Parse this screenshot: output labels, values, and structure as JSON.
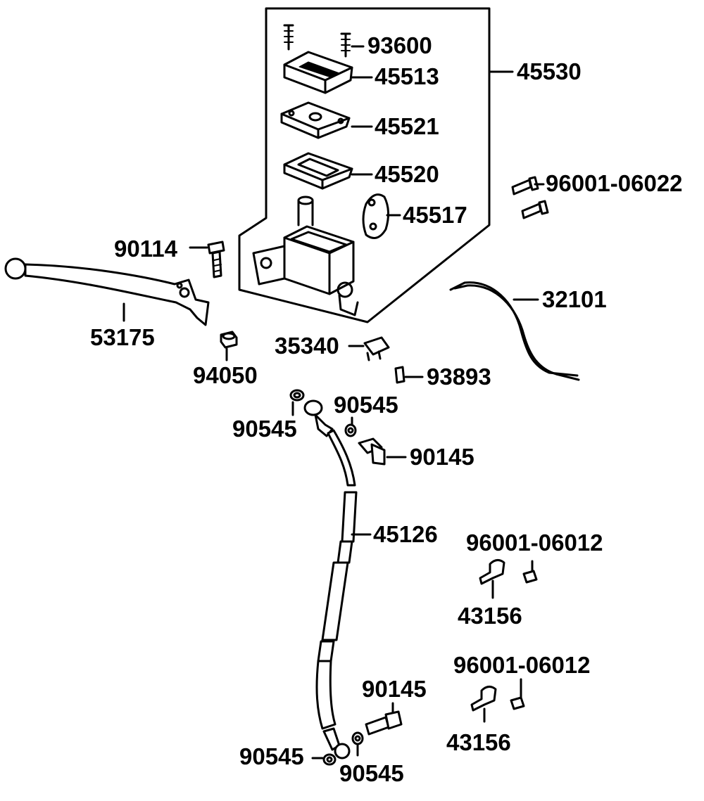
{
  "diagram": {
    "parts": [
      {
        "id": "p93600",
        "label": "93600"
      },
      {
        "id": "p45513",
        "label": "45513"
      },
      {
        "id": "p45530",
        "label": "45530"
      },
      {
        "id": "p45521",
        "label": "45521"
      },
      {
        "id": "p45520",
        "label": "45520"
      },
      {
        "id": "p96001a",
        "label": "96001-06022"
      },
      {
        "id": "p45517",
        "label": "45517"
      },
      {
        "id": "p90114",
        "label": "90114"
      },
      {
        "id": "p32101",
        "label": "32101"
      },
      {
        "id": "p53175",
        "label": "53175"
      },
      {
        "id": "p35340",
        "label": "35340"
      },
      {
        "id": "p94050",
        "label": "94050"
      },
      {
        "id": "p93893",
        "label": "93893"
      },
      {
        "id": "p90545a",
        "label": "90545"
      },
      {
        "id": "p90545b",
        "label": "90545"
      },
      {
        "id": "p90145a",
        "label": "90145"
      },
      {
        "id": "p45126",
        "label": "45126"
      },
      {
        "id": "p96001b",
        "label": "96001-06012"
      },
      {
        "id": "p43156a",
        "label": "43156"
      },
      {
        "id": "p96001c",
        "label": "96001-06012"
      },
      {
        "id": "p90145b",
        "label": "90145"
      },
      {
        "id": "p43156b",
        "label": "43156"
      },
      {
        "id": "p90545c",
        "label": "90545"
      },
      {
        "id": "p90545d",
        "label": "90545"
      }
    ]
  }
}
